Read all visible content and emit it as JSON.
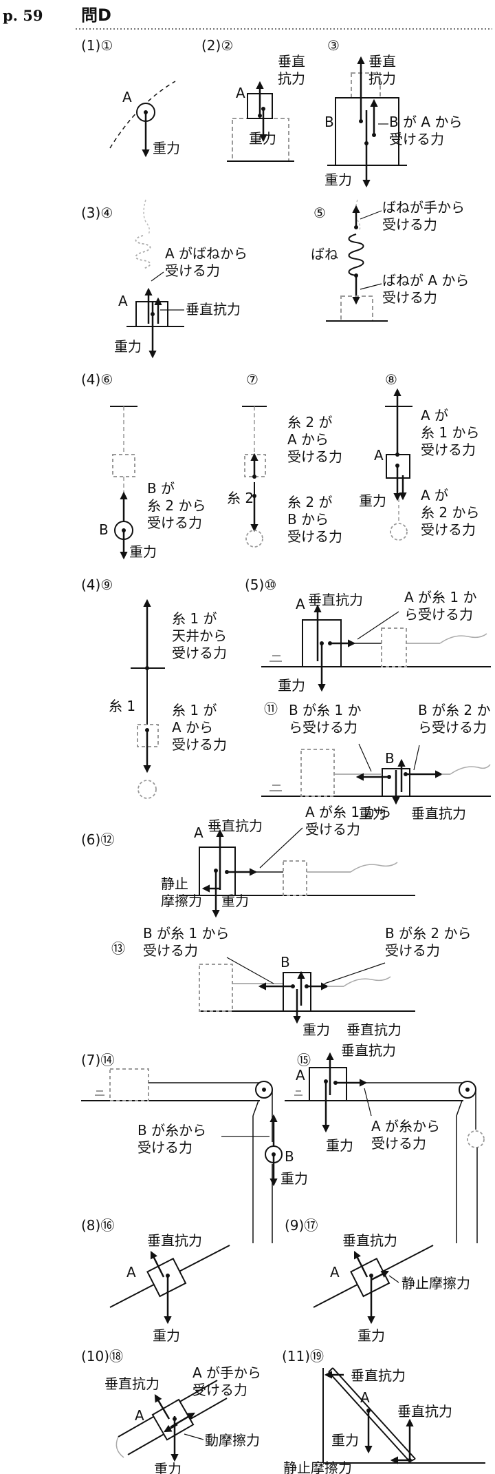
{
  "header": {
    "page": "p. 59",
    "title": "問D"
  },
  "labels": {
    "p1": "(1)①",
    "p2": "(2)②",
    "p3": "③",
    "p4": "(3)④",
    "p5": "⑤",
    "p6": "(4)⑥",
    "p7": "⑦",
    "p8": "⑧",
    "p9": "(4)⑨",
    "p10": "(5)⑩",
    "p11": "⑪",
    "p12": "(6)⑫",
    "p13": "⑬",
    "p14": "(7)⑭",
    "p15": "⑮",
    "p16": "(8)⑯",
    "p17": "(9)⑰",
    "p18": "(10)⑱",
    "p19": "(11)⑲",
    "A": "A",
    "B": "B",
    "gravity": "重力",
    "normal": "垂直抗力",
    "normal1": "垂直",
    "normal2": "抗力",
    "p3_label1": "B が A から",
    "p3_label2": "受ける力",
    "p4_label1": "A がばねから",
    "p4_label2": "受ける力",
    "spring": "ばね",
    "p5_top1": "ばねが手から",
    "p5_top2": "受ける力",
    "p5_bot1": "ばねが A から",
    "p5_bot2": "受ける力",
    "p6_l1": "B が",
    "p6_l2": "糸 2 から",
    "p6_l3": "受ける力",
    "p7_t1": "糸 2 が",
    "p7_t2": "A から",
    "p7_t3": "受ける力",
    "string2": "糸 2",
    "p7_b1": "糸 2 が",
    "p7_b2": "B から",
    "p7_b3": "受ける力",
    "p8_t1": "A が",
    "p8_t2": "糸 1 から",
    "p8_t3": "受ける力",
    "p8_b1": "A が",
    "p8_b2": "糸 2 から",
    "p8_b3": "受ける力",
    "p9_t1": "糸 1 が",
    "p9_t2": "天井から",
    "p9_t3": "受ける力",
    "string1": "糸 1",
    "p9_b1": "糸 1 が",
    "p9_b2": "A から",
    "p9_b3": "受ける力",
    "p10_l1": "A が糸 1 か",
    "p10_l2": "ら受ける力",
    "p11_l1": "B が糸 1 か",
    "p11_l2": "ら受ける力",
    "p11_r1": "B が糸 2 か",
    "p11_r2": "ら受ける力",
    "p12_l1": "A が糸 1 から",
    "p12_l2": "受ける力",
    "static1": "静止",
    "static2": "摩擦力",
    "p13_l1": "B が糸 1 から",
    "p13_l2": "受ける力",
    "p13_r1": "B が糸 2 から",
    "p13_r2": "受ける力",
    "p14_l1": "B が糸から",
    "p14_l2": "受ける力",
    "p15_l1": "A が糸から",
    "p15_l2": "受ける力",
    "static_friction": "静止摩擦力",
    "kinetic_friction": "動摩擦力",
    "p18_h1": "A が手から",
    "p18_h2": "受ける力"
  }
}
